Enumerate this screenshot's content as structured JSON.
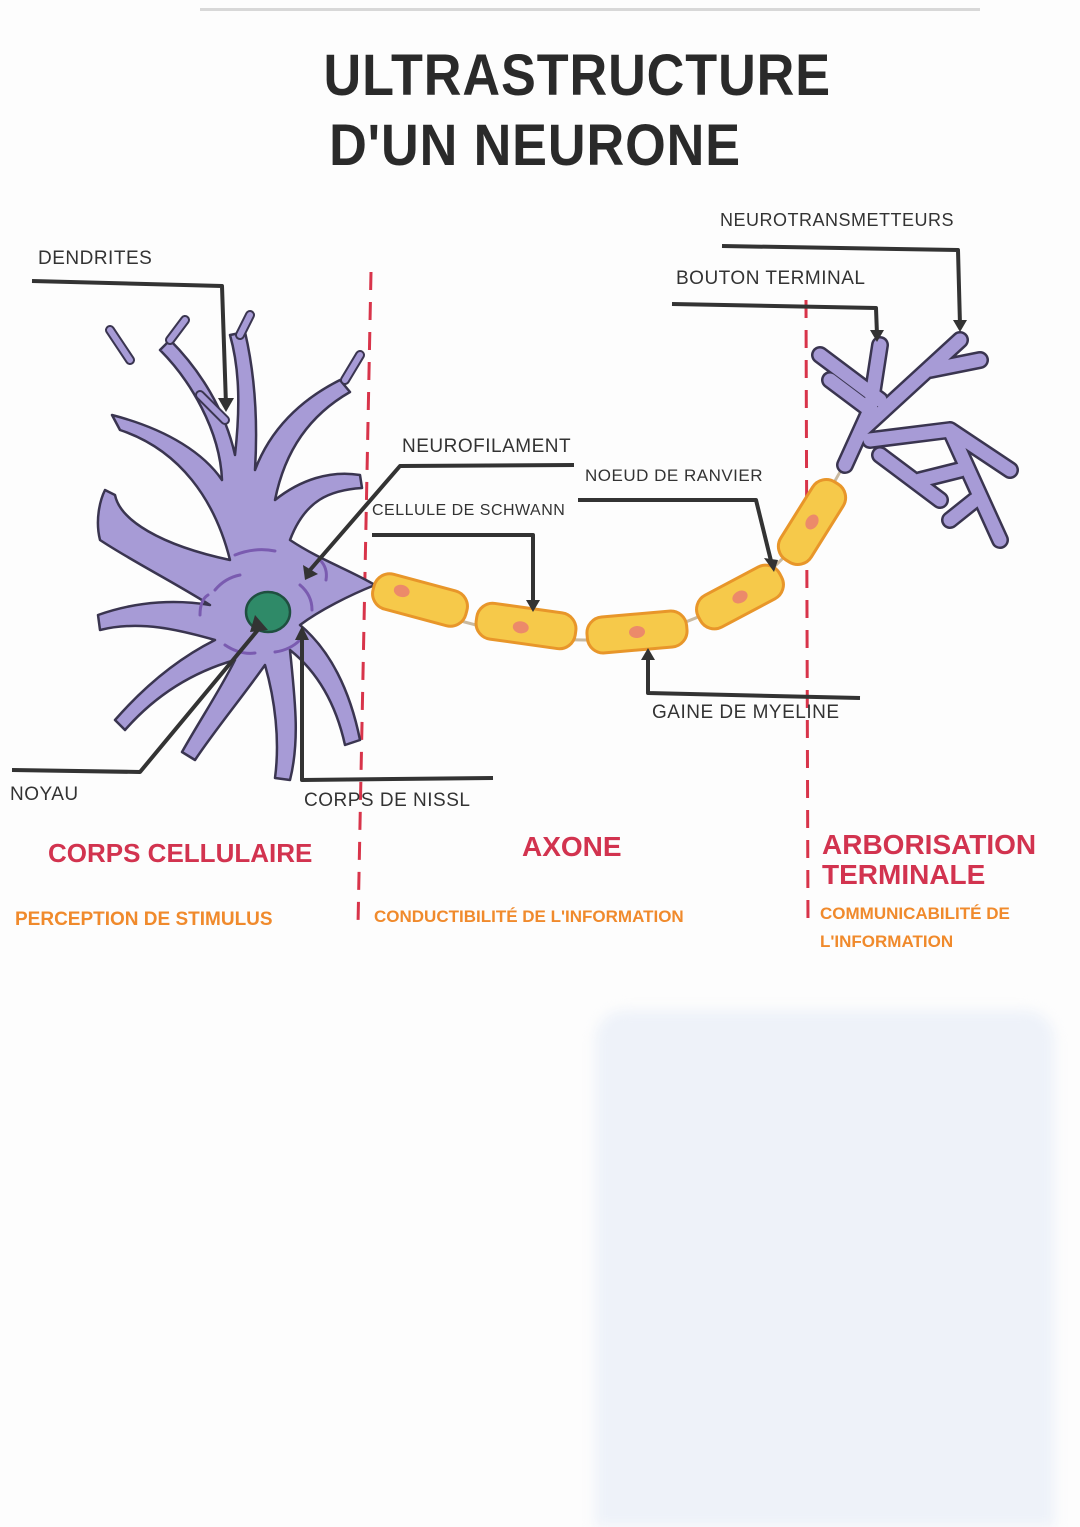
{
  "title": {
    "line1": "ULTRASTRUCTURE",
    "line2": "D'UN NEURONE"
  },
  "labels": {
    "dendrites": "DENDRITES",
    "noyau": "NOYAU",
    "corps_de_nissl": "CORPS DE NISSL",
    "neurofilament": "NEUROFILAMENT",
    "cellule_de_schwann": "CELLULE DE SCHWANN",
    "noeud_de_ranvier": "NOEUD DE RANVIER",
    "gaine_de_myeline": "GAINE DE MYELINE",
    "bouton_terminal": "BOUTON TERMINAL",
    "neurotransmetteurs": "NEUROTRANSMETTEURS"
  },
  "sections": [
    {
      "name": "CORPS CELLULAIRE",
      "function": "PERCEPTION DE STIMULUS"
    },
    {
      "name": "AXONE",
      "function": "CONDUCTIBILITÉ DE L'INFORMATION"
    },
    {
      "name": "ARBORISATION TERMINALE",
      "function": "COMMUNICABILITÉ DE L'INFORMATION"
    }
  ],
  "colors": {
    "neuron": "#a79bd6",
    "nucleus": "#2f8a68",
    "myelin": "#f6c94a",
    "myelin_edge": "#e8962a",
    "section_title": "#d2334f",
    "section_desc": "#f08a2c",
    "divider": "#d8344a"
  }
}
